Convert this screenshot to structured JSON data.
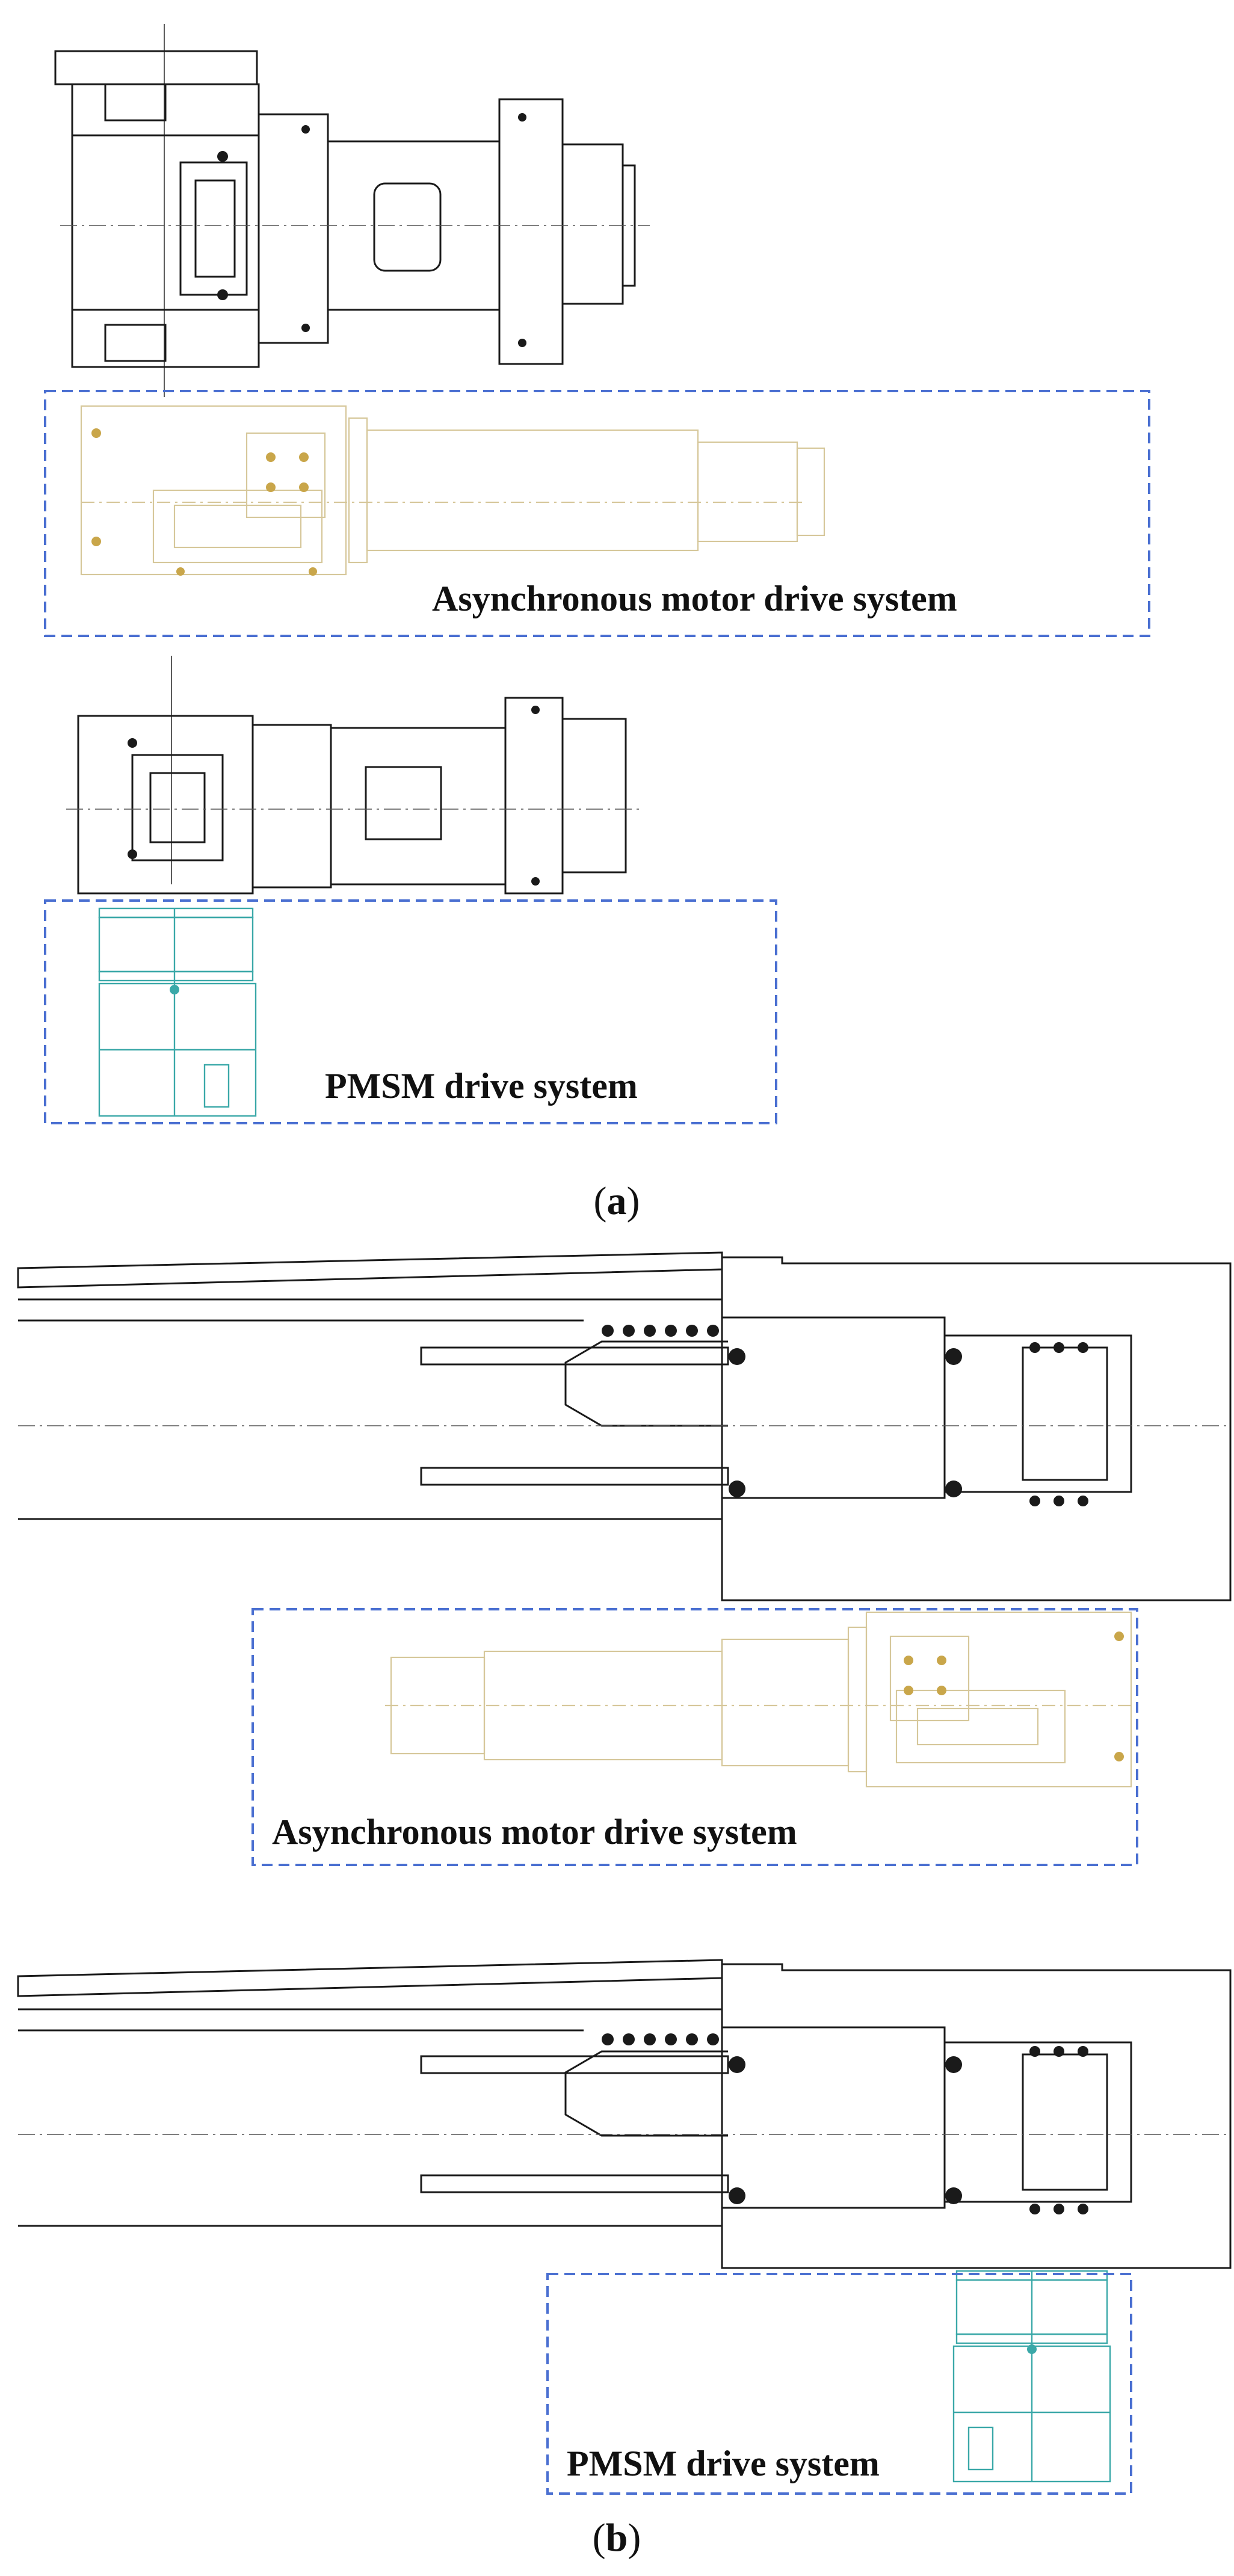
{
  "panel_a": {
    "caption_open": "(",
    "caption_letter": "a",
    "caption_close": ")",
    "async_label": "Asynchronous motor drive system",
    "pmsm_label": "PMSM drive system"
  },
  "panel_b": {
    "caption_open": "(",
    "caption_letter": "b",
    "caption_close": ")",
    "async_label": "Asynchronous motor drive system",
    "pmsm_label": "PMSM drive system"
  },
  "colors": {
    "dashed_box": "#4a6fd1",
    "async_motor_lines": "#d6c79a",
    "pmsm_motor_lines": "#3aa8a8",
    "frame_lines": "#1a1a1a"
  }
}
